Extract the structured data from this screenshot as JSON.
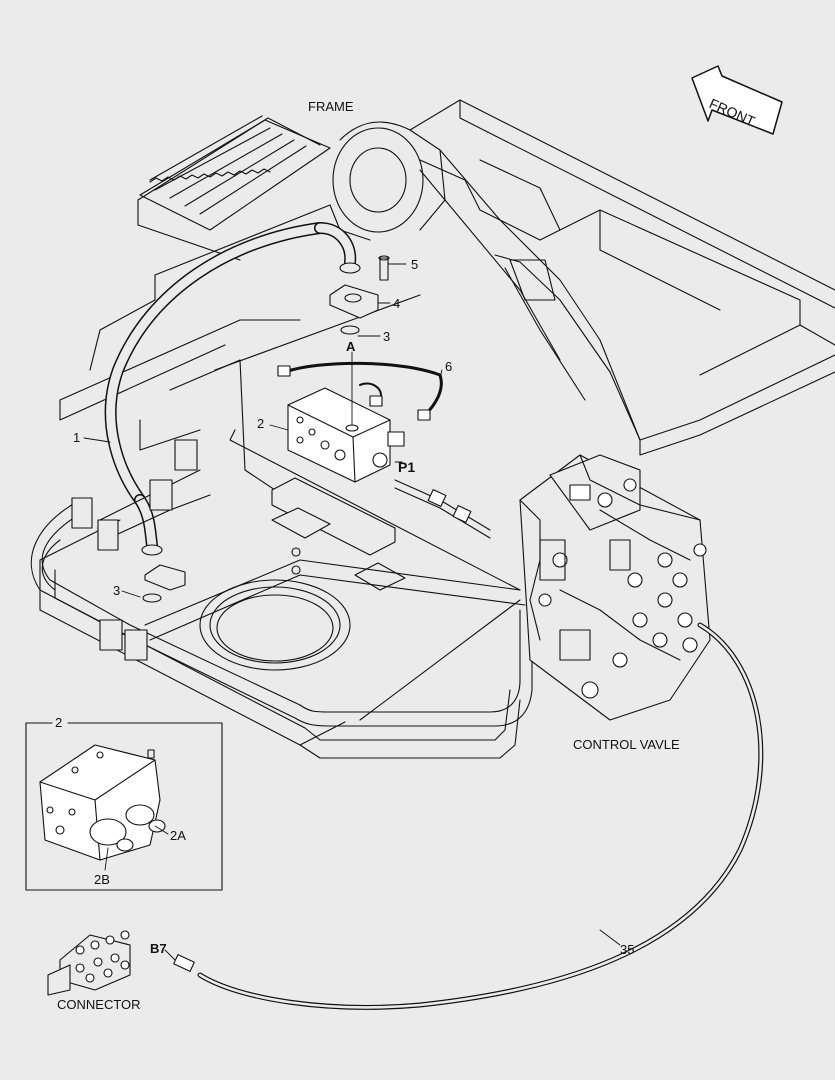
{
  "labels": {
    "frame": "FRAME",
    "front": "FRONT",
    "control_valve": "CONTROL VAVLE",
    "connector": "CONNECTOR",
    "p1": "P1",
    "a": "A",
    "b7": "B7",
    "n1": "1",
    "n2": "2",
    "n3_top": "3",
    "n3_bottom": "3",
    "n4": "4",
    "n5": "5",
    "n6": "6",
    "n35": "35",
    "detail_2": "2",
    "detail_2a": "2A",
    "detail_2b": "2B"
  },
  "colors": {
    "background": "#ebebeb",
    "line": "#111111"
  }
}
